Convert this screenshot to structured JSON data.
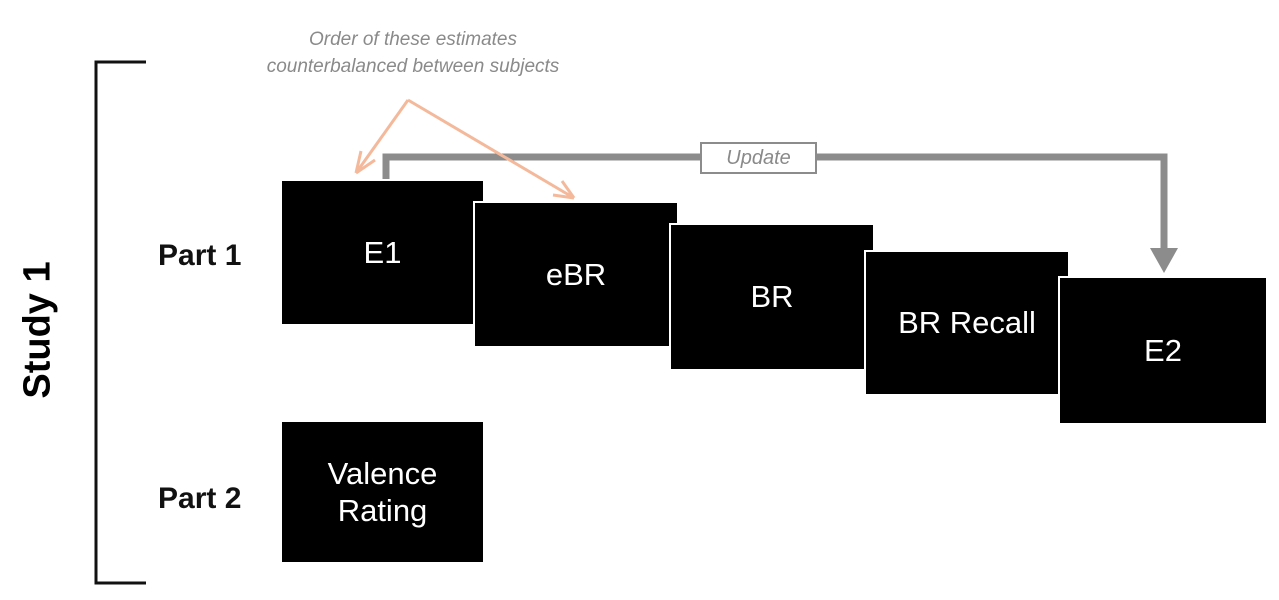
{
  "study": {
    "label": "Study 1"
  },
  "annotation": {
    "line1": "Order of these estimates",
    "line2": "counterbalanced between subjects",
    "arrow_color": "#f4b99b"
  },
  "update": {
    "label": "Update",
    "color": "#8c8c8c"
  },
  "part1": {
    "label": "Part 1",
    "steps": [
      "E1",
      "eBR",
      "BR",
      "BR Recall",
      "E2"
    ]
  },
  "part2": {
    "label": "Part 2",
    "step_line1": "Valence",
    "step_line2": "Rating"
  }
}
